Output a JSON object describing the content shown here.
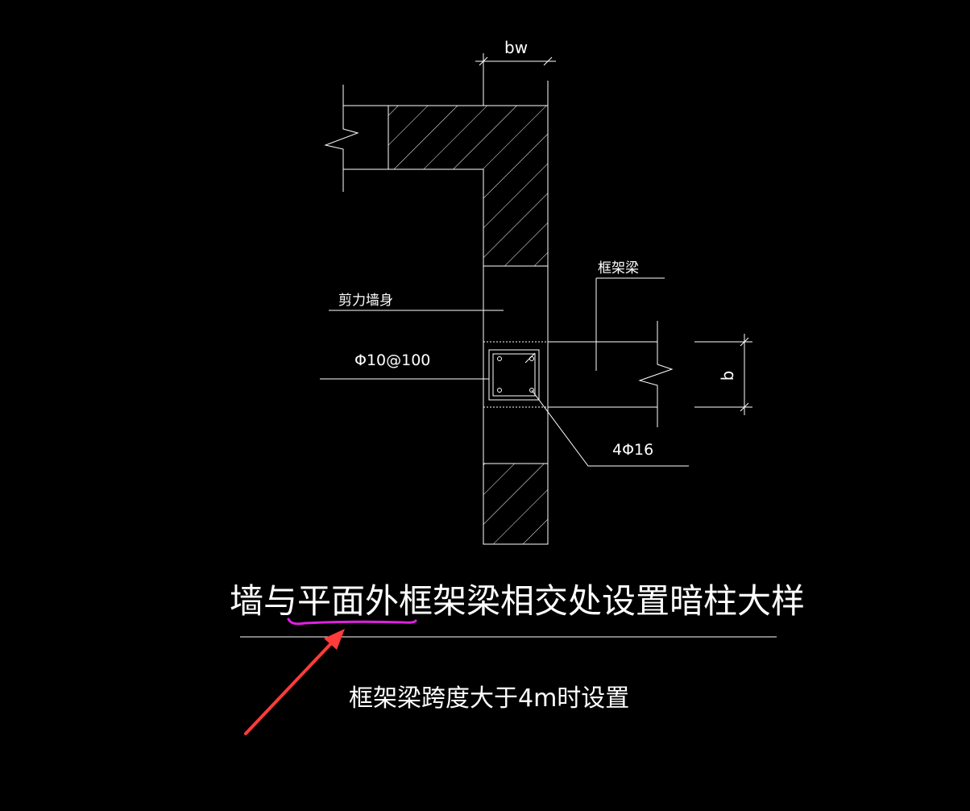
{
  "drawing": {
    "dim_bw": "bw",
    "dim_b": "b",
    "label_frame_beam": "框架梁",
    "label_shear_wall": "剪力墙身",
    "label_stirrup": "Φ10@100",
    "label_rebar": "4Φ16",
    "title": "墙与平面外框架梁相交处设置暗柱大样",
    "note": "框架梁跨度大于4m时设置"
  },
  "colors": {
    "background": "#000000",
    "line": "#ffffff",
    "annotation_underline": "#e020e0",
    "annotation_arrow": "#ff3b3b"
  }
}
